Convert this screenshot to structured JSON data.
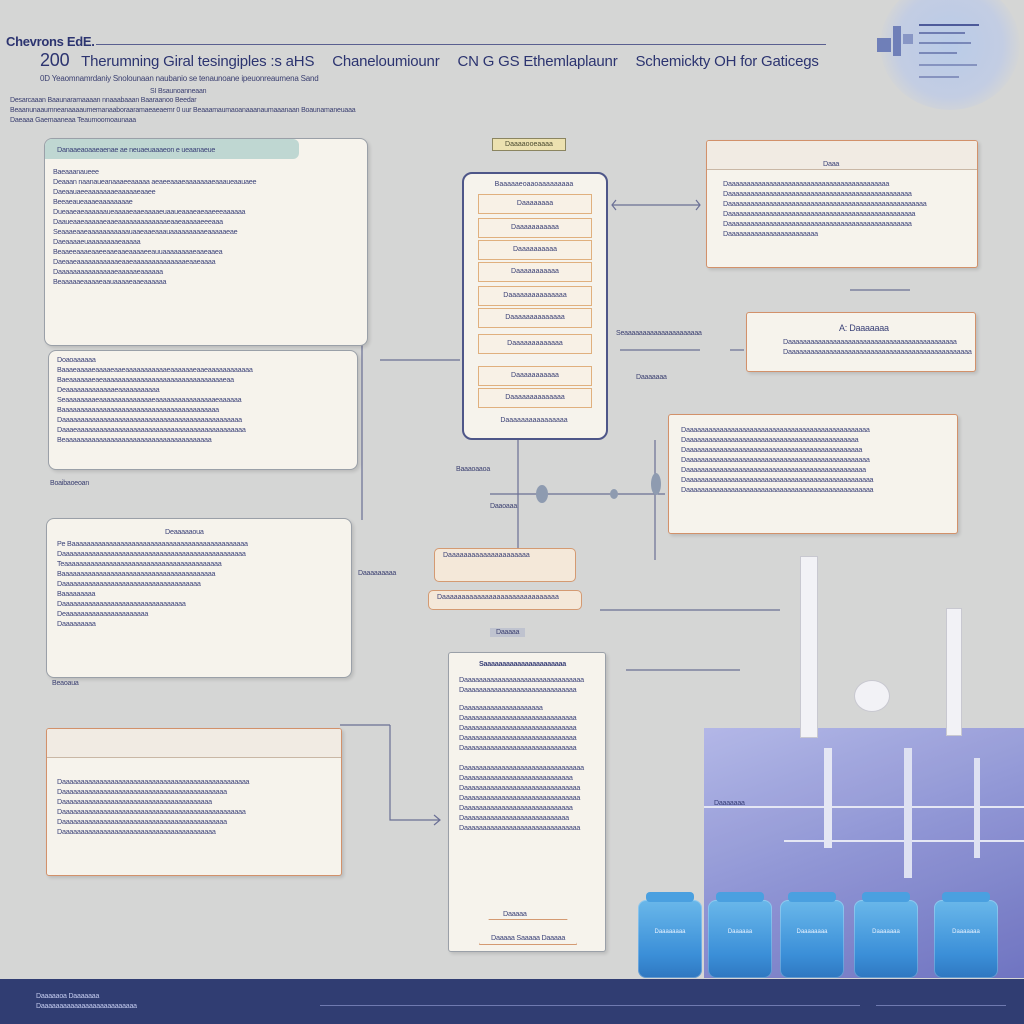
{
  "header": {
    "brand": "Chevrons EdE.",
    "title_num": "200",
    "title_parts": [
      "Therumning Giral tesingiples :s aHS",
      "Chaneloumiounr",
      "CN G GS Ethemlaplaunr",
      "Schemickty OH for Gaticegs"
    ],
    "subtitle": "0D Yeaomnamrdaniy Snolounaan naubanio se tenaunoane ipeuonreaumena Sand",
    "sub2": "SI Bsaunoanneaan",
    "sub3": "Desarcaaan Baaunaramaaaan nnaaabaaan Baaraanoo Beedar",
    "sub4": "Beaanunaaumneanaaaaumemanaaboraaramaeaeaemr 0 uur Beaaamaumaoanaaanaumaaanaan Boaunamaneuaaa",
    "sub5": "Daeaaa Gaemaaneaa Teaumoomoaunaaa"
  },
  "left_cards": {
    "card1": {
      "head": "Danaaeaoaaeaenae ae neuaeuaaaeon e ueaanaeue",
      "lines": [
        "Baeaaanaueee",
        "Deaaan naanaueanaaaeeaaaaa aeaeeaaaeaaaaaaaeaaaueaauaee",
        "Daeaauaeeaaaaaaaeaaaaaeaaee",
        "Beeaeaueaaaeaaaaaaaae",
        "Dueaaeaeaaaaaaueaaaaeaaeaaaaeuaaueaaaeaeaaeeeaaaaaa",
        "Daaueaaeaaaaaeaaeaaaaaaaaaaaaaeaaeaaaaaeeeaaa",
        "Seaaaeaaeaaaaaaaaaaauaaeaaeaaauaaaaaaaaaeaaaaaeae",
        "Daeaaaaeuaaaaaaaaeaaaaa",
        "Beaaeeaaaeaaeeaaeaaeaaaaeeauuaaaaaaaaeaaeaaea",
        "Daeaaeaaaaaaaaaaaeaaeaaaaaaaaaaaaaaeaaeaaaa",
        "Daaaaaaaaaaaaaaaeaaaaaeaaaaaa",
        "Beaaaaaeaaaaeaauaaaaeaaeaaaaaa"
      ]
    },
    "card2": {
      "lines": [
        "Doaoaaaaaa",
        "Baaaeaaaaeaaaaeaaeaaaaaaaaaaaeaaaaaaeaaeaaaaaaaaaaaa",
        "Baeaaaaaaeaeaaaaaaaaaaaaaaaaaaaaaaaaaaaaaaaaeaa",
        "Deaaaaaaaaaaaaaeaaaaaaaaaaa",
        "Seaaaaaaaaeaaaaaaaaaaaaaaeaaaaaaaaaaaaaaaaeaaaaaa",
        "Baaaaaaaaaaaaaaaaaaaaaaaaaaaaaaaaaaaaaaaaaa",
        "Daaaaaaaaaaaaaaaaaaaaaaaaaaaaaaaaaaaaaaaaaaaaaaaa",
        "Daaaeaaaaaaaaaaaaaaaaaaaaaaaaaaaaaaaaaaaaaaaaaaaaa",
        "Beaaaaaaaaaaaaaaaaaaaaaaaaaaaaaaaaaaaaaaa"
      ],
      "foot": "Boaibaoeoan"
    },
    "card3": {
      "head": "Deaaaaaoua",
      "lines": [
        "Pe Baaaaaaaaaaaaaaaaaaaaaaaaaaaaaaaaaaaaaaaaaaaaaaa",
        "Daaaaaaaaaaaaaaaaaaaaaaaaaaaaaaaaaaaaaaaaaaaaaaaaa",
        "Teaaaaaaaaaaaaaaaaaaaaaaaaaaaaaaaaaaaaaaaaaa",
        "Baaaaaaaaaaaaaaaaaaaaaaaaaaaaaaaaaaaaaaaaa",
        "Daaaaaaaaaaaaaaaaaaaaaaaaaaaaaaaaaaaaa",
        "Baaaaaaaaa",
        "Daaaaaaaaaaaaaaaaaaaaaaaaaaaaaaaaa",
        "Deaaaaaaaaaaaaaaaaaaaaaa",
        "Daaaaaaaaa"
      ],
      "foot": "Beaoaua"
    },
    "card4": {
      "lines": [
        "Daaaaaaaaaaaaaaaaaaaaaaaaaaaaaaaaaaaaaaaaaaaaaaaaaa",
        "Daaaaaaaaaaaaaaaaaaaaaaaaaaaaaaaaaaaaaaaaaaaa",
        "Daaaaaaaaaaaaaaaaaaaaaaaaaaaaaaaaaaaaaaaa",
        "Daaaaaaaaaaaaaaaaaaaaaaaaaaaaaaaaaaaaaaaaaaaaaaaaa",
        "Daaaaaaaaaaaaaaaaaaaaaaaaaaaaaaaaaaaaaaaaaaaa",
        "Daaaaaaaaaaaaaaaaaaaaaaaaaaaaaaaaaaaaaaaaa"
      ]
    }
  },
  "flow": {
    "tag": "Daaaaooeaaaa",
    "items": [
      "Baaaaaeoaaoaaaaaaaaa",
      "Daaaaaaaa",
      "Daaaaaaaaaaa",
      "Daaaaaaaaaa",
      "Daaaaaaaaaaa",
      "Daaaaaaaaaaaaaaa",
      "Daaaaaaaaaaaaaa",
      "Daaaaaaaaaaaaa",
      "Daaaaaaaaaaa",
      "Daaaaaaaaaaaaaa",
      "Daaaaaaaaaaaaaaaa"
    ],
    "below": "Baaaoaaoa",
    "below2": "Daaoaaa"
  },
  "right_cards": {
    "top": {
      "head": "Daaa",
      "lines": [
        "Daaaaaaaaaaaaaaaaaaaaaaaaaaaaaaaaaaaaaaaaaaa",
        "Daaaaaaaaaaaaaaaaaaaaaaaaaaaaaaaaaaaaaaaaaaaaaaaaa",
        "Daaaaaaaaaaaaaaaaaaaaaaaaaaaaaaaaaaaaaaaaaaaaaaaaaaaaa",
        "Daaaaaaaaaaaaaaaaaaaaaaaaaaaaaaaaaaaaaaaaaaaaaaaaaa",
        "Daaaaaaaaaaaaaaaaaaaaaaaaaaaaaaaaaaaaaaaaaaaaaaaaa",
        "Daaaaaaaaaaaaaaaaaaaaaaaa"
      ]
    },
    "mid": {
      "head": "A: Daaaaaaa",
      "lines": [
        "Daaaaaaaaaaaaaaaaaaaaaaaaaaaaaaaaaaaaaaaaaaaaa",
        "Daaaaaaaaaaaaaaaaaaaaaaaaaaaaaaaaaaaaaaaaaaaaaaaaa"
      ],
      "side": "Seaaaaaaaaaaaaaaaaaaaaa",
      "side2": "Daaaaaaa"
    },
    "low": {
      "lines": [
        "Daaaaaaaaaaaaaaaaaaaaaaaaaaaaaaaaaaaaaaaaaaaaaaaaa",
        "Daaaaaaaaaaaaaaaaaaaaaaaaaaaaaaaaaaaaaaaaaaaaaa",
        "Daaaaaaaaaaaaaaaaaaaaaaaaaaaaaaaaaaaaaaaaaaaaaaa",
        "Daaaaaaaaaaaaaaaaaaaaaaaaaaaaaaaaaaaaaaaaaaaaaaaaa",
        "Daaaaaaaaaaaaaaaaaaaaaaaaaaaaaaaaaaaaaaaaaaaaaaaa",
        "Daaaaaaaaaaaaaaaaaaaaaaaaaaaaaaaaaaaaaaaaaaaaaaaaaa",
        "Daaaaaaaaaaaaaaaaaaaaaaaaaaaaaaaaaaaaaaaaaaaaaaaaaa"
      ]
    }
  },
  "middle_small": {
    "t1": "Daaaaaaaaaaaaaaaaaaaaa",
    "t2": "Daaaaaaaaaaaaaaaaaaaaaaaaaaaaaa",
    "label": "Daaaaa",
    "side": "Daaaaaaaaa"
  },
  "center_bottom": {
    "head": "Saaaaaaaaaaaaaaaaaaaaaa",
    "lines": [
      "Daaaaaaaaaaaaaaaaaaaaaaaaaaaaaaaa",
      "Daaaaaaaaaaaaaaaaaaaaaaaaaaaaaa",
      "Daaaaaaaaaaaaaaaaaaaaa",
      "Daaaaaaaaaaaaaaaaaaaaaaaaaaaaaa",
      "Daaaaaaaaaaaaaaaaaaaaaaaaaaaaaa",
      "Daaaaaaaaaaaaaaaaaaaaaaaaaaaaaa",
      "Daaaaaaaaaaaaaaaaaaaaaaaaaaaaaa",
      "Daaaaaaaaaaaaaaaaaaaaaaaaaaaaaaaa",
      "Daaaaaaaaaaaaaaaaaaaaaaaaaaaaa",
      "Daaaaaaaaaaaaaaaaaaaaaaaaaaaaaaa",
      "Daaaaaaaaaaaaaaaaaaaaaaaaaaaaaaa",
      "Daaaaaaaaaaaaaaaaaaaaaaaaaaaaa",
      "Daaaaaaaaaaaaaaaaaaaaaaaaaaaa",
      "Daaaaaaaaaaaaaaaaaaaaaaaaaaaaaaa"
    ],
    "foot1": "Daaaaa",
    "foot2": "Daaaaa Saaaaa Daaaaa"
  },
  "lab": {
    "jars": [
      "Daaaaaaaa",
      "Daaaaaa",
      "Daaaaaaaa",
      "Daaaaaaa",
      "Daaaaaaa"
    ],
    "label": "Daaaaaaa"
  },
  "footer": {
    "left": "Daaaaaoa Daaaaaaa",
    "left2": "Daaaaaaaaaaaaaaaaaaaaaaaaaa"
  },
  "colors": {
    "background": "#d5d6d5",
    "navy": "#2c3470",
    "accent_orange": "#d2916a",
    "footer": "#303d72",
    "jar_blue": "#3b8fd8"
  }
}
